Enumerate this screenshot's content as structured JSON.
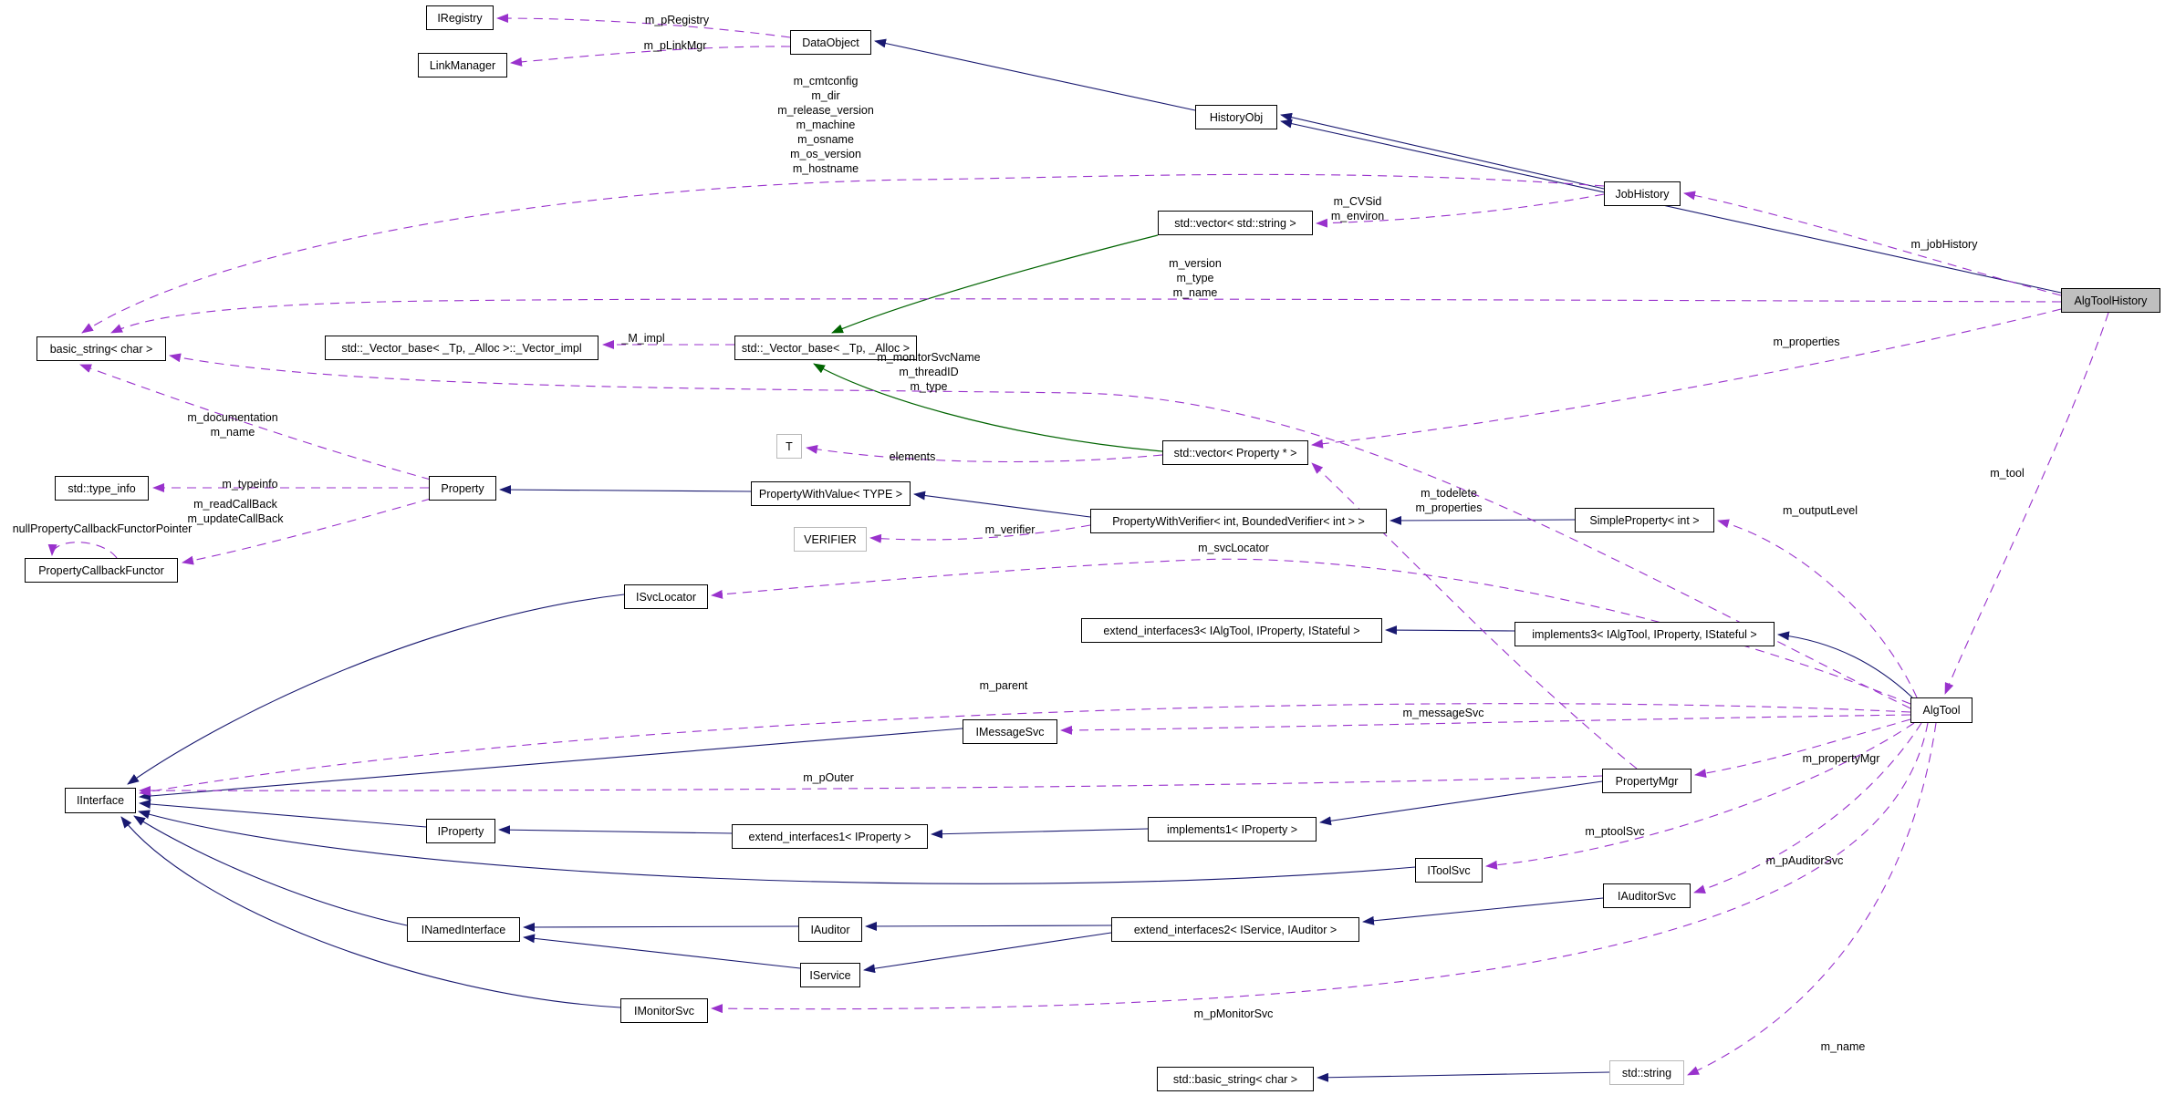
{
  "diagram": {
    "kind": "doxygen-collaboration-graph",
    "focus_node": "AlgToolHistory",
    "colors": {
      "inheritance_edge": "#191970",
      "usage_edge": "#9932cc",
      "protected_inheritance_edge": "#006400",
      "node_border": "#000000",
      "node_background": "#ffffff",
      "focus_node_background": "#bfbfbf",
      "template_node_border": "#b9b9b9",
      "background": "#ffffff"
    }
  },
  "nodes": {
    "iregistry": "IRegistry",
    "link_manager": "LinkManager",
    "data_object": "DataObject",
    "history_obj": "HistoryObj",
    "job_history": "JobHistory",
    "alg_tool_history": "AlgToolHistory",
    "vector_string": "std::vector< std::string >",
    "basic_string_char": "basic_string< char >",
    "vector_base_impl": "std::_Vector_base< _Tp, _Alloc >::_Vector_impl",
    "vector_base": "std::_Vector_base< _Tp, _Alloc >",
    "t_param": "T",
    "vector_property_ptr": "std::vector< Property * >",
    "type_info": "std::type_info",
    "property": "Property",
    "property_with_value": "PropertyWithValue< TYPE >",
    "property_with_verifier": "PropertyWithVerifier< int, BoundedVerifier< int > >",
    "verifier": "VERIFIER",
    "simple_property_int": "SimpleProperty< int >",
    "property_callback_functor": "PropertyCallbackFunctor",
    "isvc_locator": "ISvcLocator",
    "extend_interfaces3": "extend_interfaces3< IAlgTool, IProperty, IStateful >",
    "implements3": "implements3< IAlgTool, IProperty, IStateful >",
    "alg_tool": "AlgTool",
    "imessage_svc": "IMessageSvc",
    "iinterface": "IInterface",
    "property_mgr": "PropertyMgr",
    "iproperty": "IProperty",
    "extend_interfaces1": "extend_interfaces1< IProperty >",
    "implements1": "implements1< IProperty >",
    "itool_svc": "IToolSvc",
    "iauditor_svc": "IAuditorSvc",
    "inamed_interface": "INamedInterface",
    "iauditor": "IAuditor",
    "extend_interfaces2": "extend_interfaces2< IService, IAuditor >",
    "iservice": "IService",
    "imonitor_svc": "IMonitorSvc",
    "std_basic_string_char": "std::basic_string< char >",
    "std_string": "std::string"
  },
  "labels": {
    "m_pregistry": "m_pRegistry",
    "m_plinkmgr": "m_pLinkMgr",
    "jobhistory_strings": "m_cmtconfig\nm_dir\nm_release_version\nm_machine\nm_osname\nm_os_version\nm_hostname",
    "m_cvsid_environ": "m_CVSid\nm_environ",
    "m_jobhistory": "m_jobHistory",
    "version_type_name": "m_version\nm_type\nm_name",
    "m_impl": "_M_impl",
    "monitorsvcname_threadid_type": "m_monitorSvcName\nm_threadID\nm_type",
    "m_properties": "m_properties",
    "documentation_name": "m_documentation\nm_name",
    "elements": "elements",
    "m_typeinfo": "m_typeinfo",
    "read_update_callback": "m_readCallBack\nm_updateCallBack",
    "null_property_callback": "nullPropertyCallbackFunctorPointer",
    "todelete_properties": "m_todelete\nm_properties",
    "m_tool": "m_tool",
    "m_outputlevel": "m_outputLevel",
    "m_verifier": "m_verifier",
    "m_svclocator": "m_svcLocator",
    "m_parent": "m_parent",
    "m_messagesvc": "m_messageSvc",
    "m_pouter": "m_pOuter",
    "m_propertymgr": "m_propertyMgr",
    "m_ptoolsvc": "m_ptoolSvc",
    "m_pauditorsvc": "m_pAuditorSvc",
    "m_pmonitorsvc": "m_pMonitorSvc",
    "m_name": "m_name"
  },
  "graph": {
    "edges": [
      {
        "from": "DataObject",
        "to": "IRegistry",
        "type": "usage",
        "label": "m_pRegistry"
      },
      {
        "from": "DataObject",
        "to": "LinkManager",
        "type": "usage",
        "label": "m_pLinkMgr"
      },
      {
        "from": "HistoryObj",
        "to": "DataObject",
        "type": "inheritance"
      },
      {
        "from": "JobHistory",
        "to": "HistoryObj",
        "type": "inheritance"
      },
      {
        "from": "AlgToolHistory",
        "to": "HistoryObj",
        "type": "inheritance"
      },
      {
        "from": "AlgToolHistory",
        "to": "JobHistory",
        "type": "usage",
        "label": "m_jobHistory"
      },
      {
        "from": "JobHistory",
        "to": "std::vector< std::string >",
        "type": "usage",
        "label": "m_CVSid m_environ"
      },
      {
        "from": "JobHistory",
        "to": "basic_string< char >",
        "type": "usage",
        "label": "m_cmtconfig m_dir m_release_version m_machine m_osname m_os_version m_hostname"
      },
      {
        "from": "AlgToolHistory",
        "to": "basic_string< char >",
        "type": "usage",
        "label": "m_version m_type m_name"
      },
      {
        "from": "AlgToolHistory",
        "to": "std::vector< Property * >",
        "type": "usage",
        "label": "m_properties"
      },
      {
        "from": "AlgToolHistory",
        "to": "AlgTool",
        "type": "usage",
        "label": "m_tool"
      },
      {
        "from": "std::vector< std::string >",
        "to": "std::_Vector_base< _Tp, _Alloc >",
        "type": "protected-inheritance"
      },
      {
        "from": "std::vector< Property * >",
        "to": "std::_Vector_base< _Tp, _Alloc >",
        "type": "protected-inheritance"
      },
      {
        "from": "std::_Vector_base< _Tp, _Alloc >",
        "to": "std::_Vector_base< _Tp, _Alloc >::_Vector_impl",
        "type": "usage",
        "label": "_M_impl"
      },
      {
        "from": "std::vector< Property * >",
        "to": "T",
        "type": "usage",
        "label": "elements"
      },
      {
        "from": "Property",
        "to": "std::type_info",
        "type": "usage",
        "label": "m_typeinfo"
      },
      {
        "from": "Property",
        "to": "basic_string< char >",
        "type": "usage",
        "label": "m_documentation m_name"
      },
      {
        "from": "Property",
        "to": "PropertyCallbackFunctor",
        "type": "usage",
        "label": "m_readCallBack m_updateCallBack"
      },
      {
        "from": "PropertyCallbackFunctor",
        "to": "PropertyCallbackFunctor",
        "type": "usage",
        "label": "nullPropertyCallbackFunctorPointer"
      },
      {
        "from": "PropertyWithValue< TYPE >",
        "to": "Property",
        "type": "inheritance"
      },
      {
        "from": "PropertyWithVerifier< int, BoundedVerifier< int > >",
        "to": "PropertyWithValue< TYPE >",
        "type": "inheritance"
      },
      {
        "from": "PropertyWithVerifier< int, BoundedVerifier< int > >",
        "to": "VERIFIER",
        "type": "usage",
        "label": "m_verifier"
      },
      {
        "from": "SimpleProperty< int >",
        "to": "PropertyWithVerifier< int, BoundedVerifier< int > >",
        "type": "inheritance"
      },
      {
        "from": "PropertyMgr",
        "to": "std::vector< Property * >",
        "type": "usage",
        "label": "m_todelete m_properties"
      },
      {
        "from": "AlgTool",
        "to": "SimpleProperty< int >",
        "type": "usage",
        "label": "m_outputLevel"
      },
      {
        "from": "AlgTool",
        "to": "ISvcLocator",
        "type": "usage",
        "label": "m_svcLocator"
      },
      {
        "from": "AlgTool",
        "to": "basic_string< char >",
        "type": "usage",
        "label": "m_monitorSvcName m_threadID m_type"
      },
      {
        "from": "AlgTool",
        "to": "implements3< IAlgTool, IProperty, IStateful >",
        "type": "inheritance"
      },
      {
        "from": "implements3< IAlgTool, IProperty, IStateful >",
        "to": "extend_interfaces3< IAlgTool, IProperty, IStateful >",
        "type": "inheritance"
      },
      {
        "from": "AlgTool",
        "to": "IInterface",
        "type": "usage",
        "label": "m_parent"
      },
      {
        "from": "AlgTool",
        "to": "IMessageSvc",
        "type": "usage",
        "label": "m_messageSvc"
      },
      {
        "from": "AlgTool",
        "to": "PropertyMgr",
        "type": "usage",
        "label": "m_propertyMgr"
      },
      {
        "from": "AlgTool",
        "to": "IToolSvc",
        "type": "usage",
        "label": "m_ptoolSvc"
      },
      {
        "from": "AlgTool",
        "to": "IAuditorSvc",
        "type": "usage",
        "label": "m_pAuditorSvc"
      },
      {
        "from": "AlgTool",
        "to": "IMonitorSvc",
        "type": "usage",
        "label": "m_pMonitorSvc"
      },
      {
        "from": "AlgTool",
        "to": "std::string",
        "type": "usage",
        "label": "m_name"
      },
      {
        "from": "PropertyMgr",
        "to": "IInterface",
        "type": "usage",
        "label": "m_pOuter"
      },
      {
        "from": "PropertyMgr",
        "to": "implements1< IProperty >",
        "type": "inheritance"
      },
      {
        "from": "implements1< IProperty >",
        "to": "extend_interfaces1< IProperty >",
        "type": "inheritance"
      },
      {
        "from": "extend_interfaces1< IProperty >",
        "to": "IProperty",
        "type": "inheritance"
      },
      {
        "from": "IProperty",
        "to": "IInterface",
        "type": "inheritance"
      },
      {
        "from": "ISvcLocator",
        "to": "IInterface",
        "type": "inheritance"
      },
      {
        "from": "IMessageSvc",
        "to": "IInterface",
        "type": "inheritance"
      },
      {
        "from": "IToolSvc",
        "to": "IInterface",
        "type": "inheritance"
      },
      {
        "from": "INamedInterface",
        "to": "IInterface",
        "type": "inheritance"
      },
      {
        "from": "IMonitorSvc",
        "to": "IInterface",
        "type": "inheritance"
      },
      {
        "from": "IAuditor",
        "to": "INamedInterface",
        "type": "inheritance"
      },
      {
        "from": "IService",
        "to": "INamedInterface",
        "type": "inheritance"
      },
      {
        "from": "extend_interfaces2< IService, IAuditor >",
        "to": "IAuditor",
        "type": "inheritance"
      },
      {
        "from": "extend_interfaces2< IService, IAuditor >",
        "to": "IService",
        "type": "inheritance"
      },
      {
        "from": "IAuditorSvc",
        "to": "extend_interfaces2< IService, IAuditor >",
        "type": "inheritance"
      },
      {
        "from": "std::string",
        "to": "std::basic_string< char >",
        "type": "inheritance"
      }
    ]
  }
}
